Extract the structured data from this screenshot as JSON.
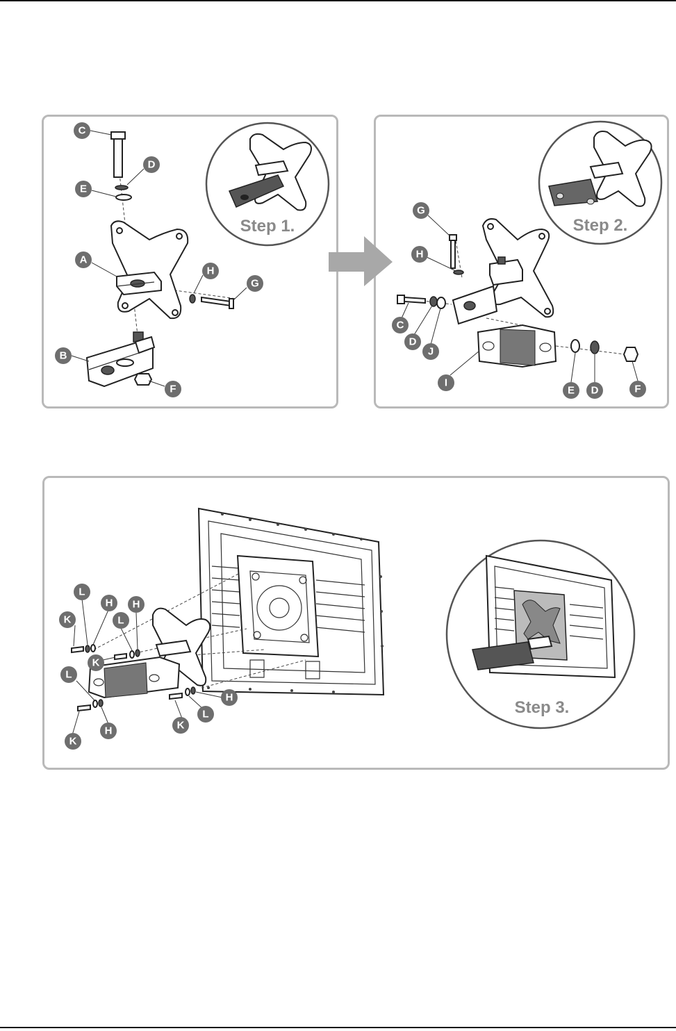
{
  "steps": [
    {
      "label": "Step 1."
    },
    {
      "label": "Step 2."
    },
    {
      "label": "Step 3."
    }
  ],
  "parts": {
    "A": "A",
    "B": "B",
    "C": "C",
    "D": "D",
    "E": "E",
    "F": "F",
    "G": "G",
    "H": "H",
    "I": "I",
    "J": "J",
    "K": "K",
    "L": "L"
  },
  "colors": {
    "panel_border": "#b9b9b9",
    "label_fill": "#6e6e6e",
    "arrow_fill": "#a8a8a8",
    "step_text": "#8a8a8a"
  },
  "icons": [
    "arrow-right-icon"
  ]
}
